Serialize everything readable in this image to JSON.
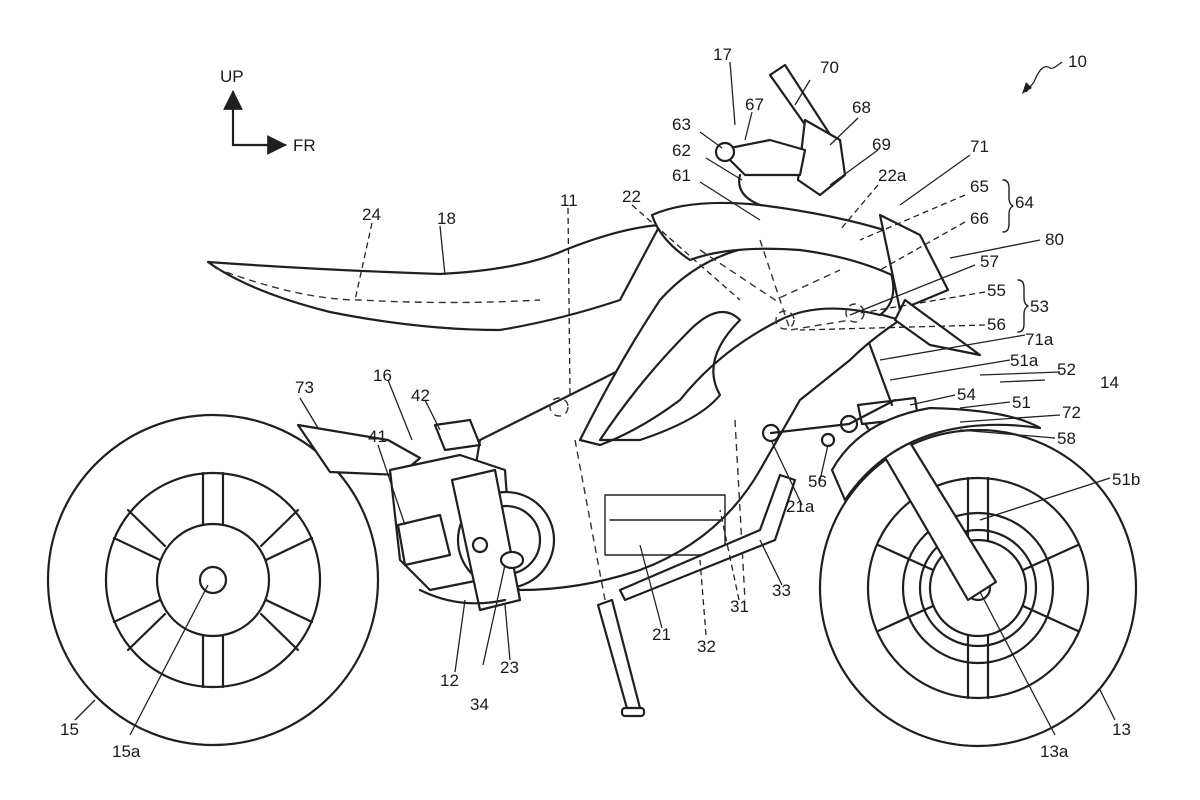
{
  "orientation": {
    "up_label": "UP",
    "front_label": "FR"
  },
  "figure_ref": "10",
  "labels": [
    "17",
    "70",
    "63",
    "67",
    "68",
    "62",
    "69",
    "61",
    "22a",
    "71",
    "65",
    "64",
    "66",
    "80",
    "24",
    "18",
    "11",
    "22",
    "57",
    "55",
    "53",
    "56",
    "71a",
    "51a",
    "52",
    "14",
    "73",
    "16",
    "42",
    "41",
    "54",
    "51",
    "72",
    "58",
    "56",
    "21a",
    "51b",
    "33",
    "21",
    "31",
    "32",
    "12",
    "23",
    "34",
    "15",
    "15a",
    "13",
    "13a"
  ]
}
